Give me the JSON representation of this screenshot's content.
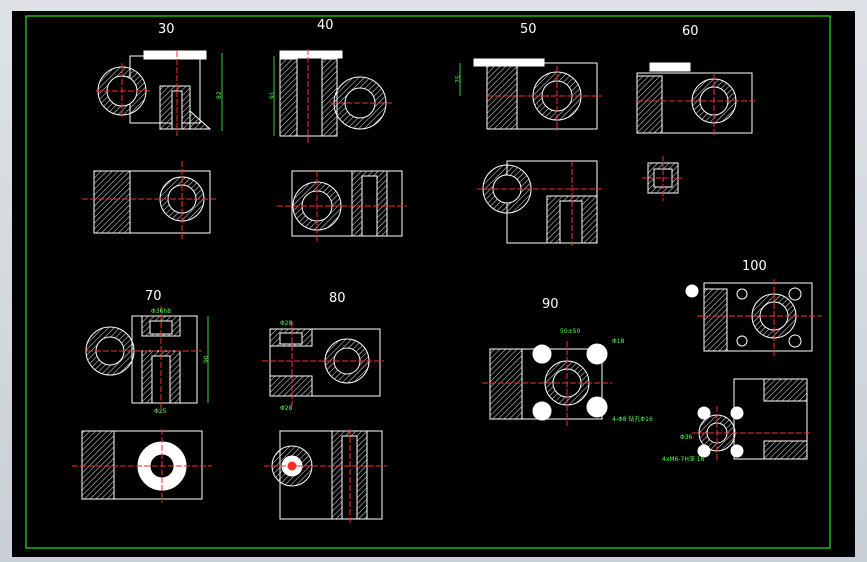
{
  "drawing": {
    "colors": {
      "background": "#000000",
      "border": "#27e027",
      "part": "#ffffff",
      "center": "#ff2a2a",
      "dimension": "#4cff4c",
      "hatch": "#ffffff"
    },
    "operations": [
      {
        "label": "30"
      },
      {
        "label": "40"
      },
      {
        "label": "50"
      },
      {
        "label": "60"
      },
      {
        "label": "70"
      },
      {
        "label": "80"
      },
      {
        "label": "90"
      },
      {
        "label": "100"
      }
    ],
    "dims": {
      "d30": "82",
      "d40": "91",
      "d50": "75",
      "d70a": "Φ36h8",
      "d70b": "Φ25",
      "d70c": "90",
      "d80a": "Φ28",
      "d80b": "Φ28",
      "d90a": "50±50",
      "d90b": "Φ18",
      "d90c": "4-Φ8 钻孔Φ16",
      "d100a": "Φ36",
      "d100b": "4xM6-7H深 16"
    }
  }
}
